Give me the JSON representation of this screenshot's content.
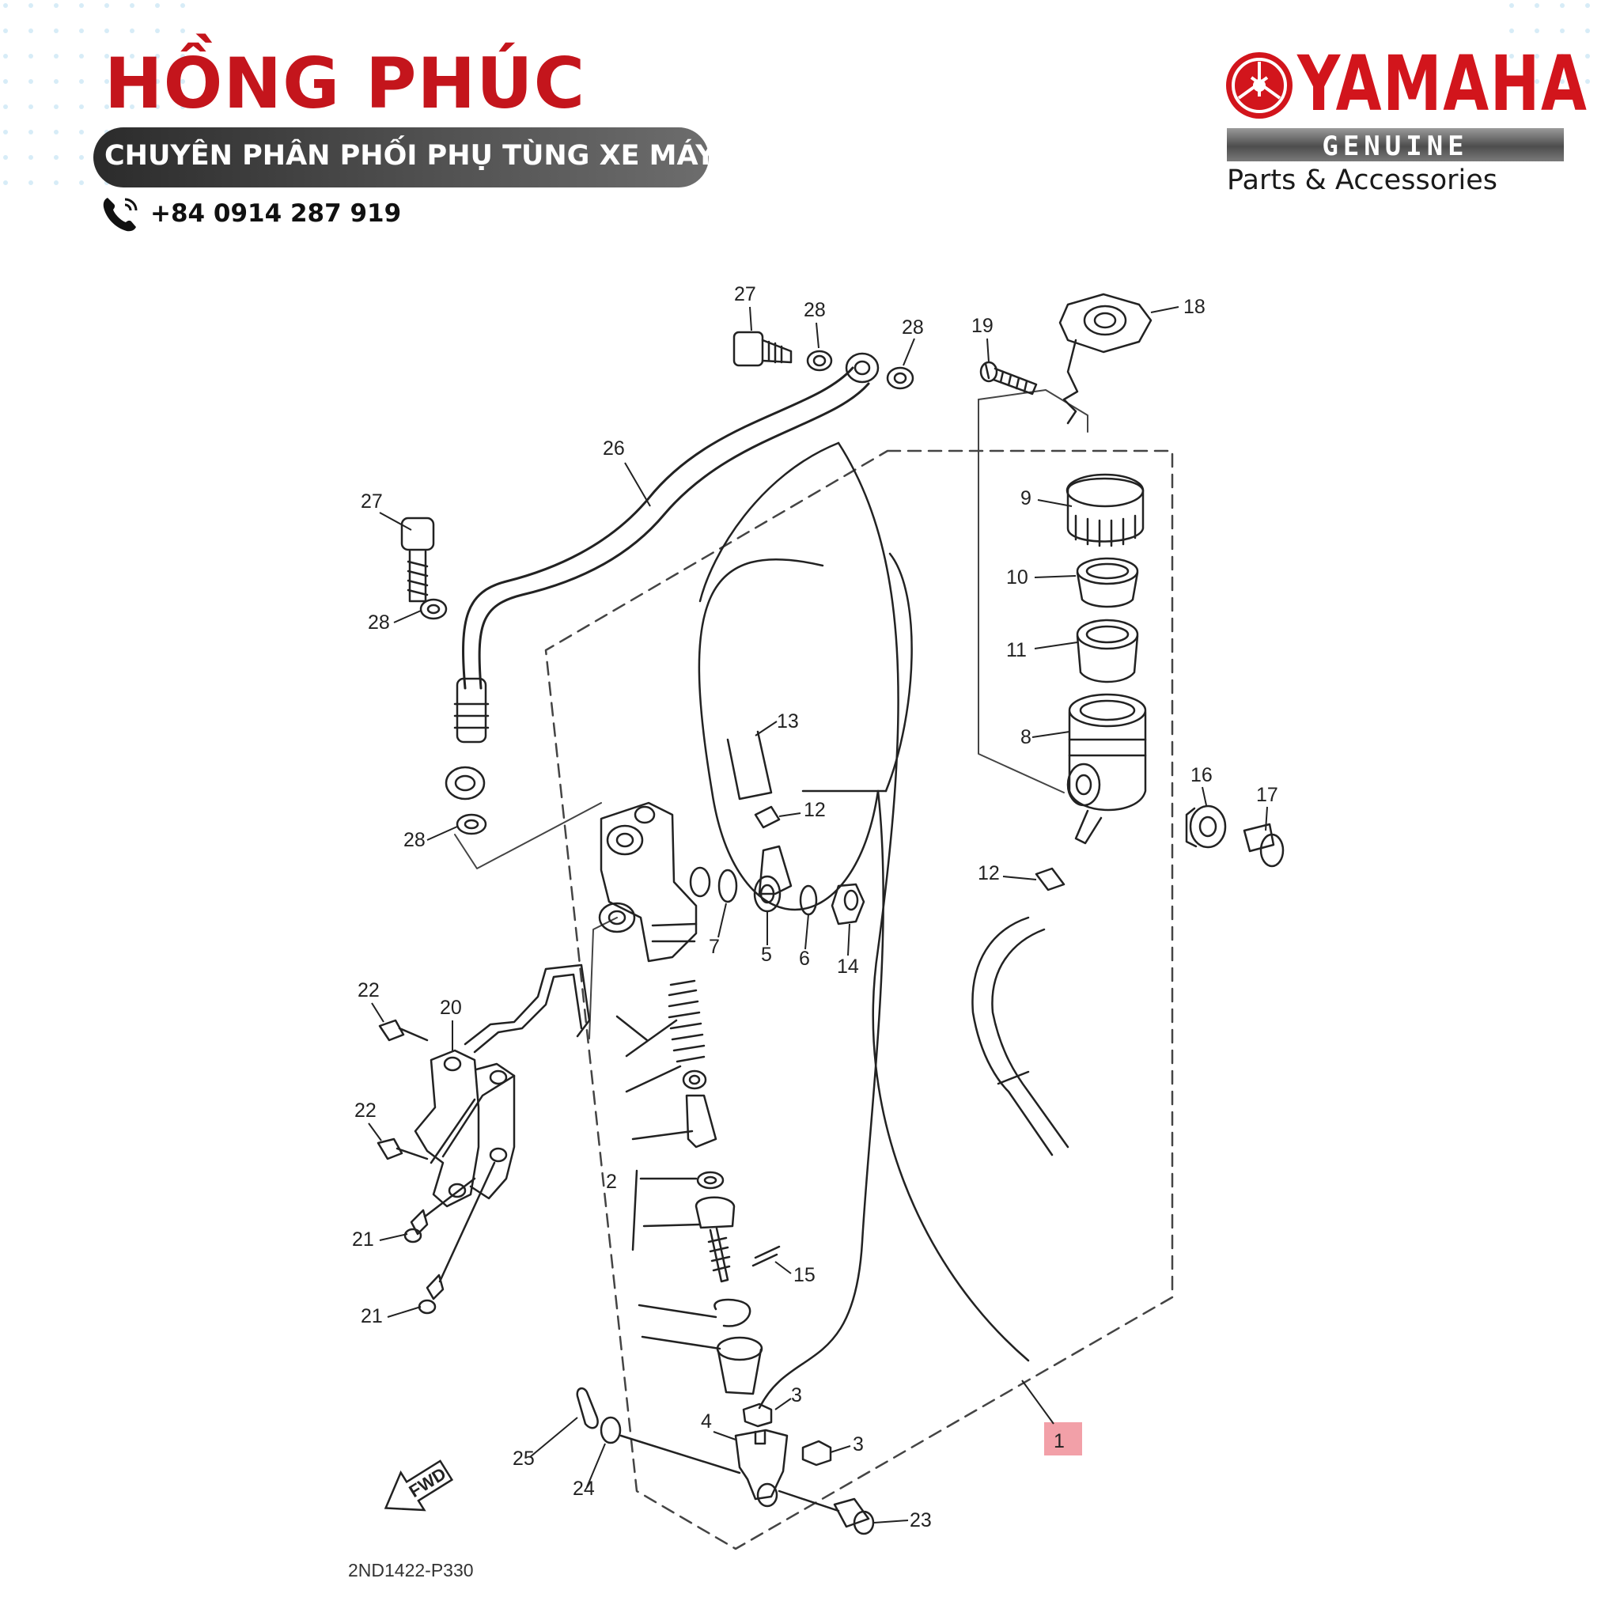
{
  "header": {
    "brand_name": "HỒNG PHÚC",
    "tagline": "CHUYÊN PHÂN PHỐI PHỤ TÙNG XE MÁY",
    "phone": "+84 0914 287 919"
  },
  "logo": {
    "word": "YAMAHA",
    "genuine": "GENUINE",
    "subline": "Parts & Accessories"
  },
  "colors": {
    "brand_red": "#c4151c",
    "yamaha_red": "#d2151c",
    "highlight": "#f2a0a8"
  },
  "diagram": {
    "code": "2ND1422-P330",
    "fwd": "FWD",
    "callouts": {
      "c27a": "27",
      "c28a": "28",
      "c28b": "28",
      "c18": "18",
      "c19": "19",
      "c26": "26",
      "c27b": "27",
      "c28c": "28",
      "c28d": "28",
      "c9": "9",
      "c10": "10",
      "c11": "11",
      "c8": "8",
      "c13": "13",
      "c12a": "12",
      "c16": "16",
      "c17": "17",
      "c12b": "12",
      "c7": "7",
      "c5": "5",
      "c6": "6",
      "c14": "14",
      "c22a": "22",
      "c20": "20",
      "c22b": "22",
      "c2": "2",
      "c21a": "21",
      "c15": "15",
      "c21b": "21",
      "c3a": "3",
      "c4": "4",
      "c3b": "3",
      "c25": "25",
      "c24": "24",
      "c23": "23",
      "c1": "1"
    }
  }
}
